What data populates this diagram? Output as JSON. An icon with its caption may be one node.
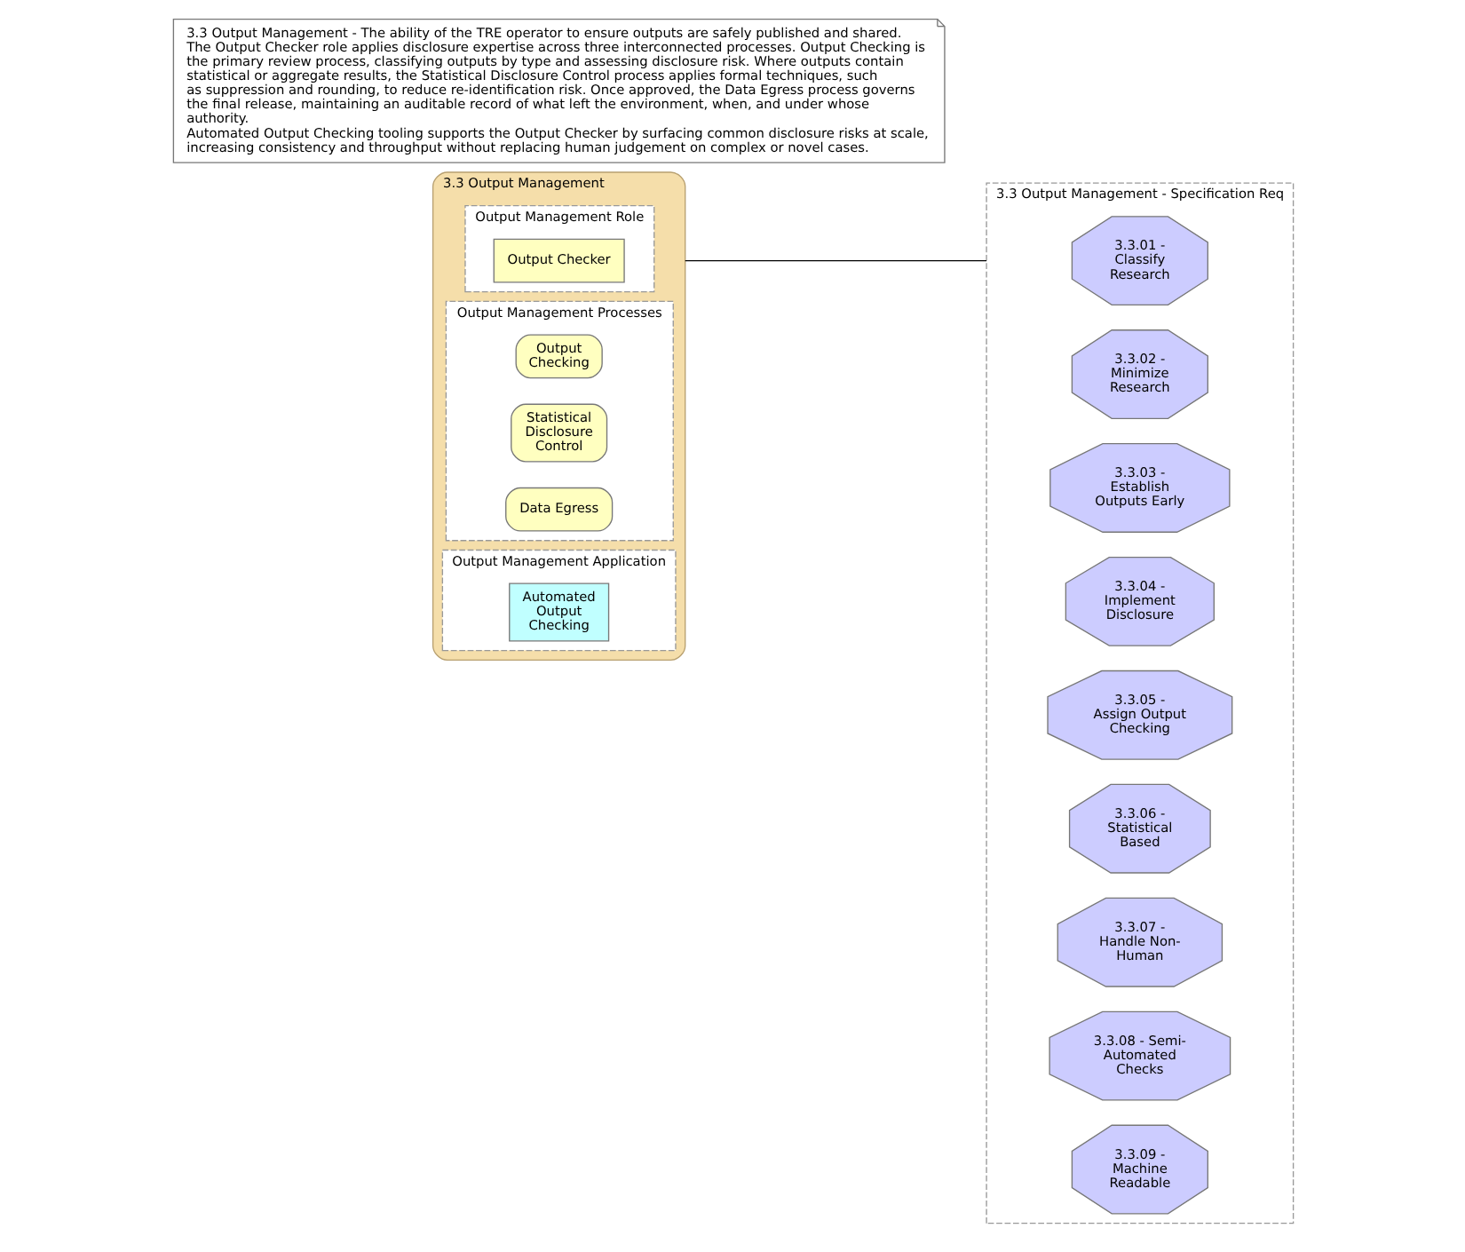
{
  "diagram": {
    "nodes": [
      {
        "text": [
          "3.3 Output Management"
        ]
      },
      {
        "text": [
          "Output Management Role"
        ],
        "in": 0
      },
      {
        "text": [
          "Output Checker"
        ],
        "in": 1
      },
      {
        "text": [
          "Output Management Processes"
        ],
        "in": 0
      },
      {
        "text": [
          "Output Checking"
        ],
        "in": 3
      },
      {
        "text": [
          "Statistical Disclosure Control"
        ],
        "in": 3
      },
      {
        "text": [
          "Data Egress"
        ],
        "in": 3
      },
      {
        "text": [
          "Output Management Application"
        ],
        "in": 0
      },
      {
        "text": [
          "Automated Output Checking"
        ],
        "in": 7
      },
      {
        "text": [
          "3.3 Output Management - Specification Req"
        ]
      },
      {
        "text": [
          "3.3.01 - Classify Research"
        ],
        "in": 9
      },
      {
        "text": [
          "3.3.02 - Minimize Research"
        ],
        "in": 9
      },
      {
        "text": [
          "3.3.03 - Establish Outputs Early"
        ],
        "in": 9
      },
      {
        "text": [
          "3.3.04 - Implement Disclosure"
        ],
        "in": 9
      },
      {
        "text": [
          "3.3.05 - Assign Output Checking"
        ],
        "in": 9
      },
      {
        "text": [
          "3.3.06 - Statistical Based"
        ],
        "in": 9
      },
      {
        "text": [
          "3.3.07 - Handle Non-Human"
        ],
        "in": 9
      },
      {
        "text": [
          "3.3.08 - Semi-Automated Checks"
        ],
        "in": 9
      },
      {
        "text": [
          "3.3.09 - Machine Readable"
        ],
        "in": 9
      },
      {
        "text": [
          "3.3 Output Management - The ability of the TRE operator to ensure outputs are safely published and shared.",
          "The Output Checker role applies disclosure expertise across three interconnected processes. Output Checking is the primary review process, classifying outputs by type and assessing disclosure risk. Where outputs contain statistical or aggregate results, the Statistical Disclosure Control process applies formal techniques, such as suppression and rounding, to reduce re-identification risk. Once approved, the Data Egress process governs the final release, maintaining an auditable record of what left the environment, when, and under whose authority.",
          "Automated Output Checking tooling supports the Output Checker by surfacing common disclosure risks at scale, increasing consistency and throughput without replacing human judgement on complex or novel cases."
        ]
      }
    ],
    "edges": [
      {
        "from": 0,
        "to": 9,
        "arrow": "none"
      }
    ]
  }
}
